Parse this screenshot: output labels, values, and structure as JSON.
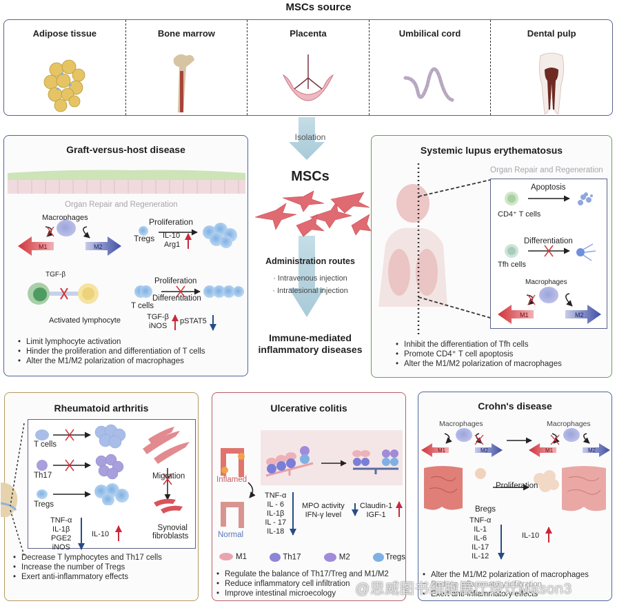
{
  "header": {
    "title": "MSCs source"
  },
  "sources": [
    {
      "label": "Adipose tissue",
      "icon": "adipose-icon"
    },
    {
      "label": "Bone marrow",
      "icon": "bone-icon"
    },
    {
      "label": "Placenta",
      "icon": "placenta-icon"
    },
    {
      "label": "Umbilical cord",
      "icon": "umbilical-cord-icon"
    },
    {
      "label": "Dental pulp",
      "icon": "tooth-icon"
    }
  ],
  "center": {
    "isolation": "Isolation",
    "mscs": "MSCs",
    "admin_title": "Administration routes",
    "admin_routes": [
      "· Intravenous injection",
      "· Intralesional injection"
    ],
    "target_line1": "Immune-mediated",
    "target_line2": "inflammatory diseases"
  },
  "gvhd": {
    "title": "Graft-versus-host disease",
    "organ_repair": "Organ Repair and Regeneration",
    "macrophages": "Macrophages",
    "m1": "M1",
    "m2": "M2",
    "tregs": "Tregs",
    "proliferation": "Proliferation",
    "il10": "IL-10",
    "arg1": "Arg1",
    "tgfb_top": "TGF-β",
    "activated_lymphocyte": "Activated lymphocyte",
    "proliferation2": "Proliferation",
    "differentiation": "Differentiation",
    "tcells": "T cells",
    "tgfb": "TGF-β",
    "inos": "iNOS",
    "pstat5": "pSTAT5",
    "bullets": [
      "Limit lymphocyte activation",
      "Hinder the proliferation and differentiation of T cells",
      "Alter the M1/M2 polarization of macrophages"
    ]
  },
  "sle": {
    "title": "Systemic lupus erythematosus",
    "organ_repair": "Organ Repair and Regeneration",
    "apoptosis": "Apoptosis",
    "cd4": "CD4⁺ T cells",
    "differentiation": "Differentiation",
    "tfh": "Tfh cells",
    "macrophages": "Macrophages",
    "m1": "M1",
    "m2": "M2",
    "bullets": [
      "Inhibit the differentiation of Tfh cells",
      "Promote CD4⁺ T cell apoptosis",
      "Alter the M1/M2 polarization of macrophages"
    ]
  },
  "ra": {
    "title": "Rheumatoid arthritis",
    "tcells": "T cells",
    "th17": "Th17",
    "tregs": "Tregs",
    "migration": "Migration",
    "synovial_line1": "Synovial",
    "synovial_line2": "fibroblasts",
    "down_markers": [
      "TNF-α",
      "IL-1β",
      "PGE2",
      "iNOS"
    ],
    "up_marker": "IL-10",
    "bullets": [
      "Decrease T lymphocytes and Th17 cells",
      "Increase the number of Tregs",
      "Exert anti-inflammatory effects"
    ]
  },
  "uc": {
    "title": "Ulcerative colitis",
    "inflamed": "Inflamed",
    "normal": "Normal",
    "down_markers": [
      "TNF-α",
      "IL - 6",
      "IL-1β",
      "IL - 17",
      "IL-18"
    ],
    "mid_down": [
      "MPO activity",
      "IFN-γ level"
    ],
    "up_markers": [
      "Claudin-1",
      "IGF-1"
    ],
    "legend": [
      {
        "label": "M1",
        "color": "#e8a5ae"
      },
      {
        "label": "Th17",
        "color": "#8d86d6"
      },
      {
        "label": "M2",
        "color": "#a08bd9"
      },
      {
        "label": "Tregs",
        "color": "#7fb0e3"
      }
    ],
    "bullets": [
      "Regulate the balance of Th17/Treg and M1/M2",
      "Reduce inflammatory cell infiltration",
      "Improve intestinal microecology"
    ]
  },
  "cd": {
    "title": "Crohn's disease",
    "macrophages_left": "Macrophages",
    "macrophages_right": "Macrophages",
    "m1": "M1",
    "m2": "M2",
    "bregs": "Bregs",
    "proliferation": "Proliferation",
    "down_markers": [
      "TNF-α",
      "IL-1",
      "IL-6",
      "IL-17",
      "IL-12"
    ],
    "up_marker": "IL-10",
    "bullets": [
      "Alter the M1/M2 polarization of macrophages",
      "Reduce inflammatory infiltration",
      "Exert anti-inflammatory effects"
    ]
  },
  "watermark": "@思威图书细胞展厅设计Mason3",
  "colors": {
    "m1_red": "#d0343b",
    "m2_blue": "#3f4ea3",
    "up_arrow": "#c9283a",
    "down_arrow": "#274b85",
    "gvhd_border": "#4e6597",
    "sle_border": "#6e9a5c",
    "ra_border": "#b79a5e",
    "uc_border": "#b65e66",
    "cd_border": "#4e6597"
  }
}
